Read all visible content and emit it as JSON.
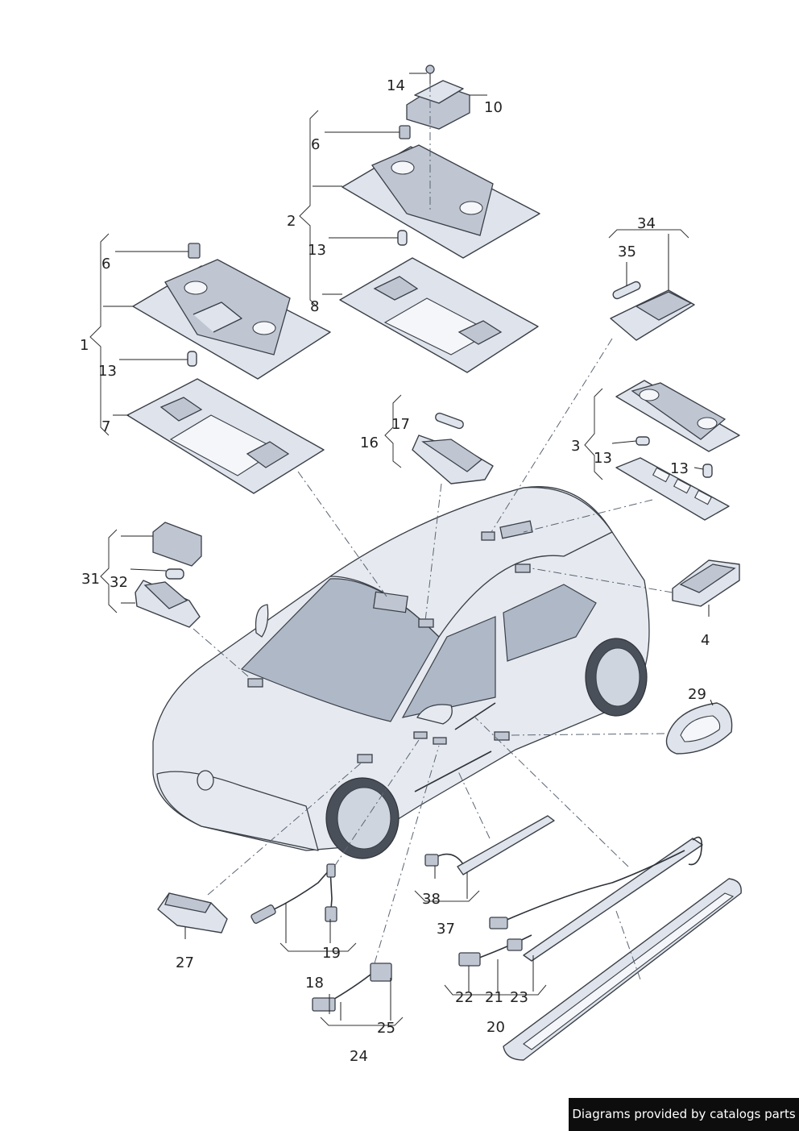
{
  "labels": {
    "l1": "1",
    "l2": "2",
    "l3": "3",
    "l4": "4",
    "l6a": "6",
    "l6b": "6",
    "l7": "7",
    "l8": "8",
    "l10": "10",
    "l13a": "13",
    "l13b": "13",
    "l13c": "13",
    "l13d": "13",
    "l14": "14",
    "l16": "16",
    "l17": "17",
    "l18": "18",
    "l19": "19",
    "l20": "20",
    "l21": "21",
    "l22": "22",
    "l23": "23",
    "l24": "24",
    "l25": "25",
    "l27": "27",
    "l29": "29",
    "l31": "31",
    "l32": "32",
    "l34": "34",
    "l35": "35",
    "l37": "37",
    "l38": "38"
  },
  "credit": "Diagrams provided by catalogs parts",
  "colors": {
    "part": "#dfe4ec",
    "outline": "#3a3f47",
    "credit_bg": "#0d0d0d"
  }
}
